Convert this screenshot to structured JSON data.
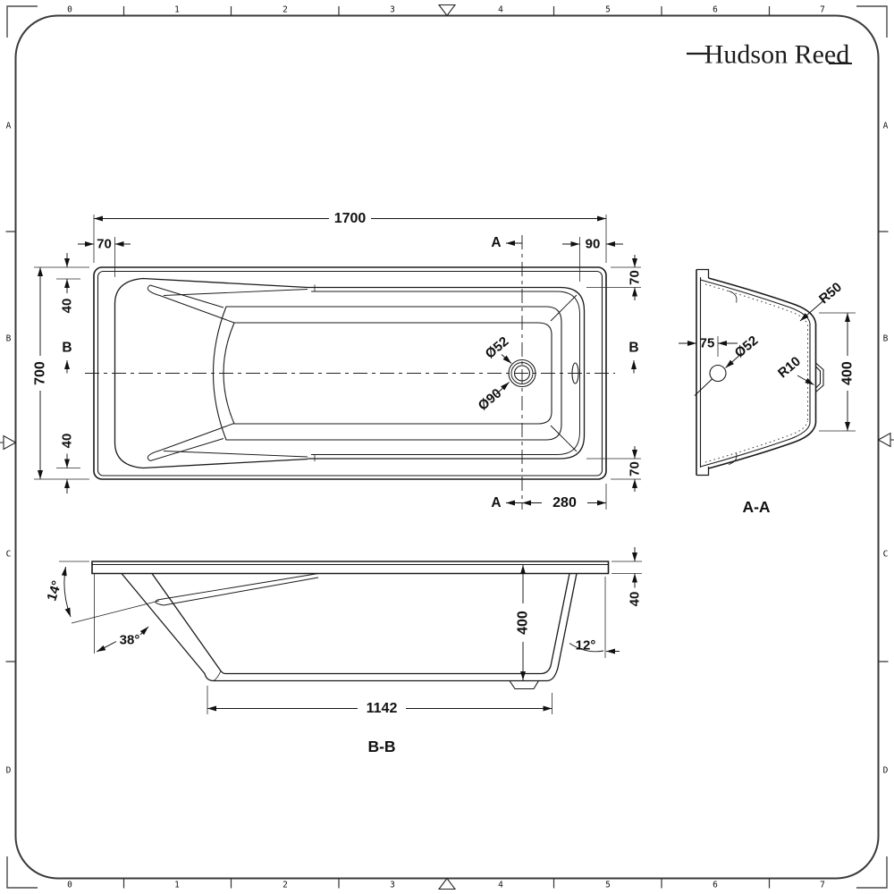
{
  "logo": {
    "text": "Hudson Reed"
  },
  "frame": {
    "cols": [
      "0",
      "1",
      "2",
      "3",
      "4",
      "5",
      "6",
      "7"
    ],
    "rows": [
      "A",
      "B",
      "C",
      "D"
    ]
  },
  "plan": {
    "length": "1700",
    "left_inset": "70",
    "right_inset": "90",
    "width": "700",
    "rim_top": "40",
    "rim_bottom": "40",
    "edge_top": "70",
    "edge_bottom": "70",
    "drain_offset": "280",
    "waste_dia": "Ø52",
    "flange_dia": "Ø90",
    "cut_a": "A",
    "cut_b": "B"
  },
  "section_aa": {
    "title": "A-A",
    "overflow_offset": "75",
    "overflow_dia": "Ø52",
    "top_radius": "R50",
    "base_radius": "R10",
    "base_width": "400"
  },
  "section_bb": {
    "title": "B-B",
    "head_slope": "14°",
    "back_slope": "38°",
    "foot_slope": "12°",
    "depth": "400",
    "rim_drop": "40",
    "base_length": "1142"
  }
}
